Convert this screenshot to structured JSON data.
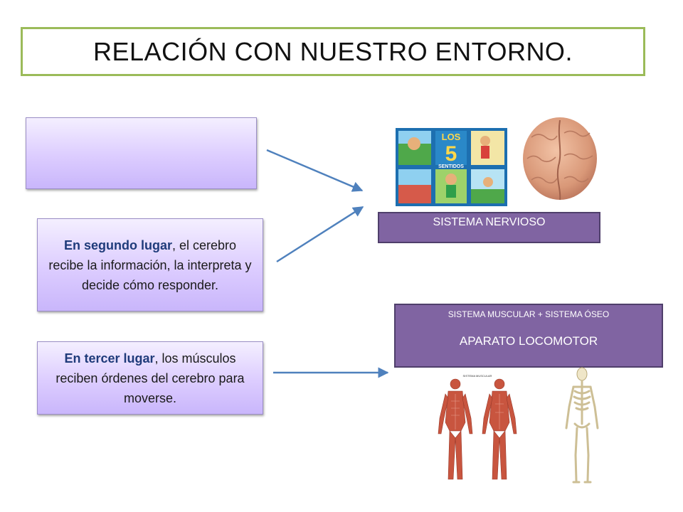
{
  "title": "RELACIÓN CON NUESTRO ENTORNO.",
  "step1": {
    "text": ""
  },
  "step2": {
    "lead": "En segundo lugar",
    "rest": ", el cerebro recibe la información, la interpreta y decide cómo responder."
  },
  "step3": {
    "lead": "En tercer lugar",
    "rest": ", los músculos reciben órdenes del cerebro para moverse."
  },
  "nervous": {
    "label": "SISTEMA NERVIOSO"
  },
  "locomotor": {
    "subtitle": "SISTEMA MUSCULAR + SISTEMA ÓSEO",
    "label": "APARATO LOCOMOTOR"
  },
  "senses_poster": {
    "title_top": "LOS",
    "title_num": "5",
    "title_word": "SENTIDOS"
  },
  "muscle_chart": {
    "caption": "SISTEMA MUSCULAR"
  },
  "colors": {
    "accent_border": "#9bbb59",
    "purple": "#8064a2",
    "arrow": "#4f81bd"
  }
}
